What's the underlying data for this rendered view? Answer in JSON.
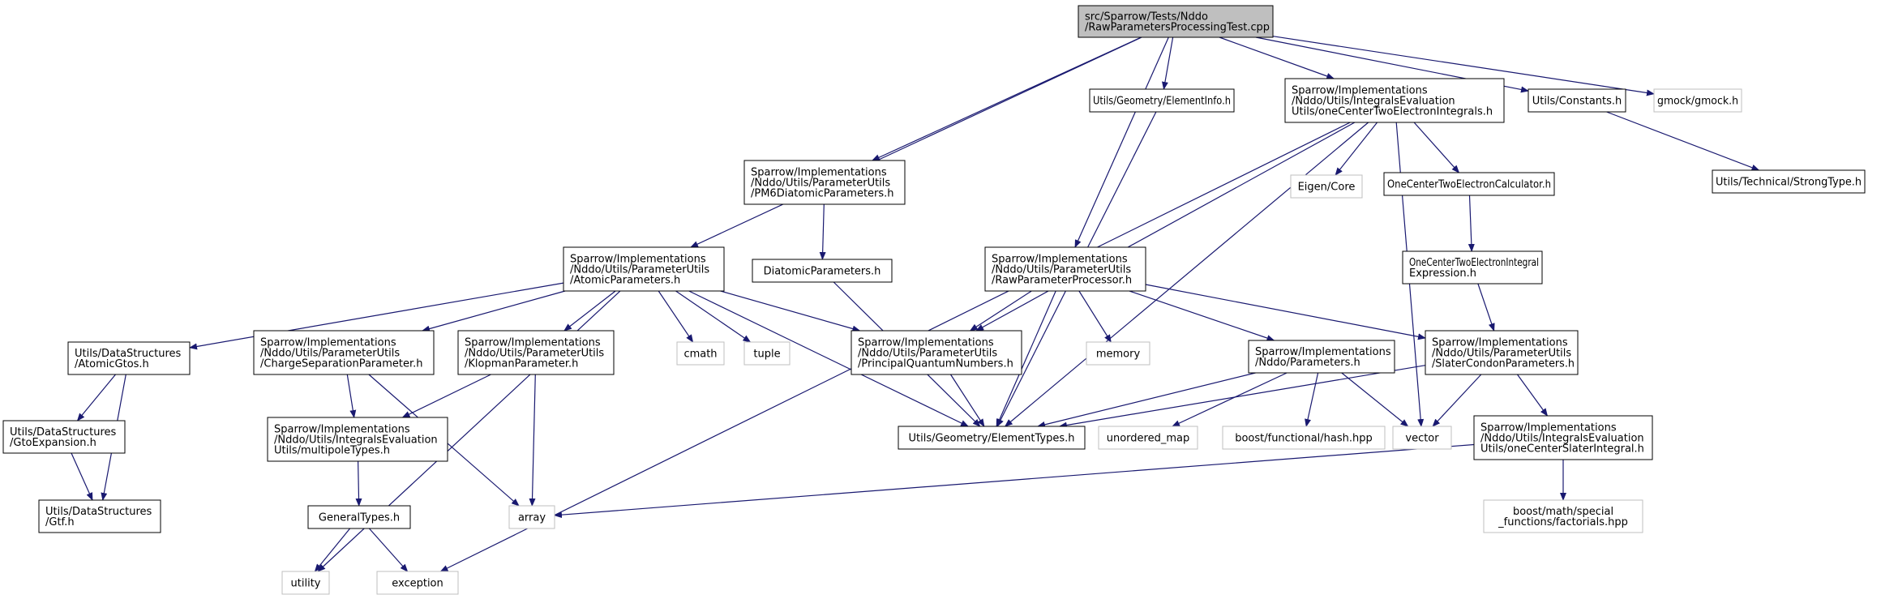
{
  "colors": {
    "edge": "#191970",
    "border": "#000000",
    "border_external": "#bfbfbf",
    "root_fill": "#bfbfbf",
    "node_fill": "#ffffff"
  },
  "nodes": [
    {
      "id": "root",
      "lines": [
        "src/Sparrow/Tests/Nddo",
        "/RawParametersProcessingTest.cpp"
      ],
      "kind": "root"
    },
    {
      "id": "elementinfo",
      "lines": [
        "Utils/Geometry/ElementInfo.h"
      ],
      "kind": "normal"
    },
    {
      "id": "onecenter2e",
      "lines": [
        "Sparrow/Implementations",
        "/Nddo/Utils/IntegralsEvaluation",
        "Utils/oneCenterTwoElectronIntegrals.h"
      ],
      "kind": "normal"
    },
    {
      "id": "constants",
      "lines": [
        "Utils/Constants.h"
      ],
      "kind": "normal"
    },
    {
      "id": "gmock",
      "lines": [
        "gmock/gmock.h"
      ],
      "kind": "external"
    },
    {
      "id": "strongtype",
      "lines": [
        "Utils/Technical/StrongType.h"
      ],
      "kind": "normal"
    },
    {
      "id": "pm6diatomic",
      "lines": [
        "Sparrow/Implementations",
        "/Nddo/Utils/ParameterUtils",
        "/PM6DiatomicParameters.h"
      ],
      "kind": "normal"
    },
    {
      "id": "eigencore",
      "lines": [
        "Eigen/Core"
      ],
      "kind": "external"
    },
    {
      "id": "onecenter2ecalc",
      "lines": [
        "OneCenterTwoElectronCalculator.h"
      ],
      "kind": "normal"
    },
    {
      "id": "onecenter2eexpr",
      "lines": [
        "OneCenterTwoElectronIntegral",
        "Expression.h"
      ],
      "kind": "normal"
    },
    {
      "id": "atomicparams",
      "lines": [
        "Sparrow/Implementations",
        "/Nddo/Utils/ParameterUtils",
        "/AtomicParameters.h"
      ],
      "kind": "normal"
    },
    {
      "id": "diatomicparams",
      "lines": [
        "DiatomicParameters.h"
      ],
      "kind": "normal"
    },
    {
      "id": "rawparamproc",
      "lines": [
        "Sparrow/Implementations",
        "/Nddo/Utils/ParameterUtils",
        "/RawParameterProcessor.h"
      ],
      "kind": "normal"
    },
    {
      "id": "atomicgtos",
      "lines": [
        "Utils/DataStructures",
        "/AtomicGtos.h"
      ],
      "kind": "normal"
    },
    {
      "id": "chargesep",
      "lines": [
        "Sparrow/Implementations",
        "/Nddo/Utils/ParameterUtils",
        "/ChargeSeparationParameter.h"
      ],
      "kind": "normal"
    },
    {
      "id": "klopman",
      "lines": [
        "Sparrow/Implementations",
        "/Nddo/Utils/ParameterUtils",
        "/KlopmanParameter.h"
      ],
      "kind": "normal"
    },
    {
      "id": "cmath",
      "lines": [
        "cmath"
      ],
      "kind": "external"
    },
    {
      "id": "tuple",
      "lines": [
        "tuple"
      ],
      "kind": "external"
    },
    {
      "id": "principalqn",
      "lines": [
        "Sparrow/Implementations",
        "/Nddo/Utils/ParameterUtils",
        "/PrincipalQuantumNumbers.h"
      ],
      "kind": "normal"
    },
    {
      "id": "memory",
      "lines": [
        "memory"
      ],
      "kind": "external"
    },
    {
      "id": "nddoparams",
      "lines": [
        "Sparrow/Implementations",
        "/Nddo/Parameters.h"
      ],
      "kind": "normal"
    },
    {
      "id": "slatercondon",
      "lines": [
        "Sparrow/Implementations",
        "/Nddo/Utils/ParameterUtils",
        "/SlaterCondonParameters.h"
      ],
      "kind": "normal"
    },
    {
      "id": "gtoexpansion",
      "lines": [
        "Utils/DataStructures",
        "/GtoExpansion.h"
      ],
      "kind": "normal"
    },
    {
      "id": "multipoletypes",
      "lines": [
        "Sparrow/Implementations",
        "/Nddo/Utils/IntegralsEvaluation",
        "Utils/multipoleTypes.h"
      ],
      "kind": "normal"
    },
    {
      "id": "elementtypes",
      "lines": [
        "Utils/Geometry/ElementTypes.h"
      ],
      "kind": "normal"
    },
    {
      "id": "unorderedmap",
      "lines": [
        "unordered_map"
      ],
      "kind": "external"
    },
    {
      "id": "hashhpp",
      "lines": [
        "boost/functional/hash.hpp"
      ],
      "kind": "external"
    },
    {
      "id": "vector",
      "lines": [
        "vector"
      ],
      "kind": "external"
    },
    {
      "id": "onecenterslater",
      "lines": [
        "Sparrow/Implementations",
        "/Nddo/Utils/IntegralsEvaluation",
        "Utils/oneCenterSlaterIntegral.h"
      ],
      "kind": "normal"
    },
    {
      "id": "gtf",
      "lines": [
        "Utils/DataStructures",
        "/Gtf.h"
      ],
      "kind": "normal"
    },
    {
      "id": "generaltypes",
      "lines": [
        "GeneralTypes.h"
      ],
      "kind": "normal"
    },
    {
      "id": "array",
      "lines": [
        "array"
      ],
      "kind": "external"
    },
    {
      "id": "factorials",
      "lines": [
        "boost/math/special",
        "_functions/factorials.hpp"
      ],
      "kind": "external"
    },
    {
      "id": "utility",
      "lines": [
        "utility"
      ],
      "kind": "external"
    },
    {
      "id": "exception",
      "lines": [
        "exception"
      ],
      "kind": "external"
    }
  ],
  "edges": [
    [
      "root",
      "elementinfo"
    ],
    [
      "root",
      "onecenter2e"
    ],
    [
      "root",
      "constants"
    ],
    [
      "root",
      "gmock"
    ],
    [
      "root",
      "pm6diatomic"
    ],
    [
      "root",
      "atomicparams"
    ],
    [
      "root",
      "rawparamproc"
    ],
    [
      "constants",
      "strongtype"
    ],
    [
      "elementinfo",
      "elementtypes"
    ],
    [
      "onecenter2e",
      "eigencore"
    ],
    [
      "onecenter2e",
      "onecenter2ecalc"
    ],
    [
      "onecenter2e",
      "principalqn"
    ],
    [
      "onecenter2e",
      "elementtypes"
    ],
    [
      "onecenter2e",
      "vector"
    ],
    [
      "onecenter2e",
      "exception"
    ],
    [
      "onecenter2ecalc",
      "onecenter2eexpr"
    ],
    [
      "onecenter2eexpr",
      "slatercondon"
    ],
    [
      "pm6diatomic",
      "diatomicparams"
    ],
    [
      "diatomicparams",
      "elementtypes"
    ],
    [
      "atomicparams",
      "atomicgtos"
    ],
    [
      "atomicparams",
      "chargesep"
    ],
    [
      "atomicparams",
      "klopman"
    ],
    [
      "atomicparams",
      "cmath"
    ],
    [
      "atomicparams",
      "tuple"
    ],
    [
      "atomicparams",
      "principalqn"
    ],
    [
      "atomicparams",
      "elementtypes"
    ],
    [
      "atomicparams",
      "utility"
    ],
    [
      "rawparamproc",
      "principalqn"
    ],
    [
      "rawparamproc",
      "memory"
    ],
    [
      "rawparamproc",
      "nddoparams"
    ],
    [
      "rawparamproc",
      "slatercondon"
    ],
    [
      "rawparamproc",
      "elementtypes"
    ],
    [
      "atomicgtos",
      "gtoexpansion"
    ],
    [
      "atomicgtos",
      "gtf"
    ],
    [
      "gtoexpansion",
      "gtf"
    ],
    [
      "chargesep",
      "multipoletypes"
    ],
    [
      "chargesep",
      "array"
    ],
    [
      "klopman",
      "multipoletypes"
    ],
    [
      "klopman",
      "array"
    ],
    [
      "principalqn",
      "elementtypes"
    ],
    [
      "nddoparams",
      "elementtypes"
    ],
    [
      "nddoparams",
      "unorderedmap"
    ],
    [
      "nddoparams",
      "hashhpp"
    ],
    [
      "nddoparams",
      "vector"
    ],
    [
      "slatercondon",
      "elementtypes"
    ],
    [
      "slatercondon",
      "vector"
    ],
    [
      "slatercondon",
      "onecenterslater"
    ],
    [
      "onecenterslater",
      "array"
    ],
    [
      "onecenterslater",
      "factorials"
    ],
    [
      "multipoletypes",
      "generaltypes"
    ],
    [
      "generaltypes",
      "utility"
    ],
    [
      "generaltypes",
      "exception"
    ]
  ]
}
